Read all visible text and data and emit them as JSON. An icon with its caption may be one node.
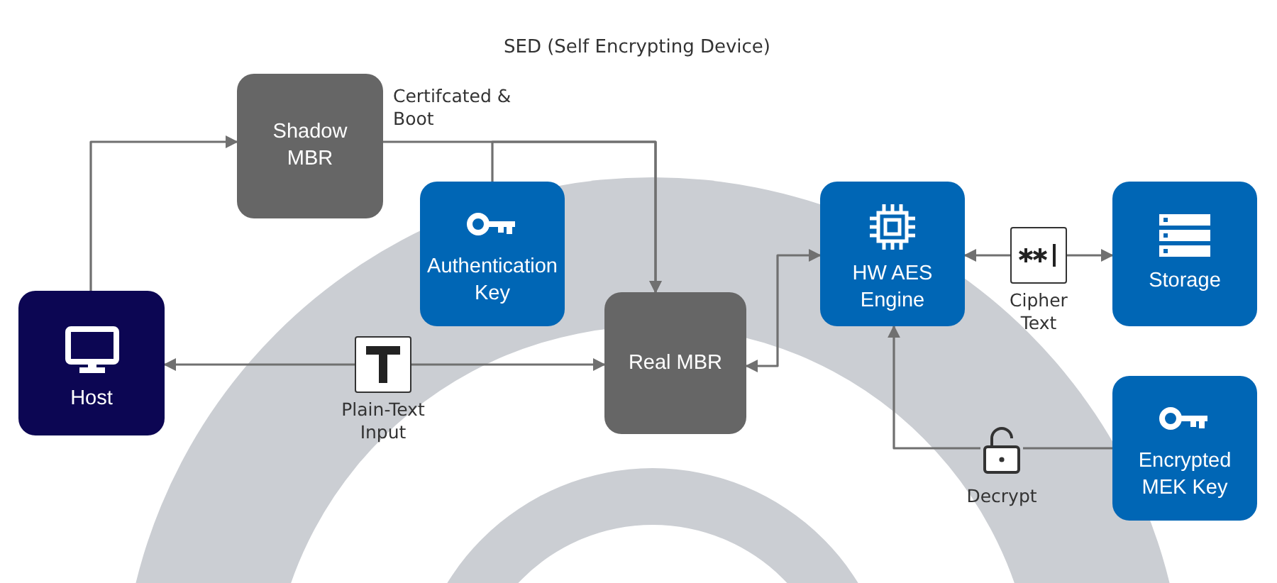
{
  "diagram": {
    "title": "SED (Self Encrypting Device)",
    "nodes": [
      {
        "text": [
          "Host"
        ]
      },
      {
        "text": [
          "Shadow MBR"
        ]
      },
      {
        "text": [
          "Authentication Key"
        ]
      },
      {
        "text": [
          "Real MBR"
        ]
      },
      {
        "text": [
          "HW AES Engine"
        ]
      },
      {
        "text": [
          "Storage"
        ]
      },
      {
        "text": [
          "Encrypted MEK Key"
        ]
      },
      {
        "text": [
          "Plain-Text Input"
        ]
      },
      {
        "text": [
          "Cipher Text"
        ]
      },
      {
        "text": [
          "Decrypt"
        ]
      }
    ],
    "edges": [
      {
        "from": 0,
        "to": 1,
        "arrow": "to"
      },
      {
        "from": 7,
        "to": 0,
        "arrow": "to"
      },
      {
        "from": 7,
        "to": 3,
        "arrow": "to"
      },
      {
        "from": 1,
        "to": 3,
        "arrow": "to",
        "label": "Certifcated & Boot"
      },
      {
        "from": 2,
        "to": 3,
        "arrow": "to"
      },
      {
        "from": 3,
        "to": 4,
        "arrow": "both"
      },
      {
        "from": 8,
        "to": 4,
        "arrow": "to"
      },
      {
        "from": 8,
        "to": 5,
        "arrow": "to"
      },
      {
        "from": 6,
        "to": 9,
        "arrow": "none"
      },
      {
        "from": 9,
        "to": 4,
        "arrow": "to"
      }
    ]
  }
}
